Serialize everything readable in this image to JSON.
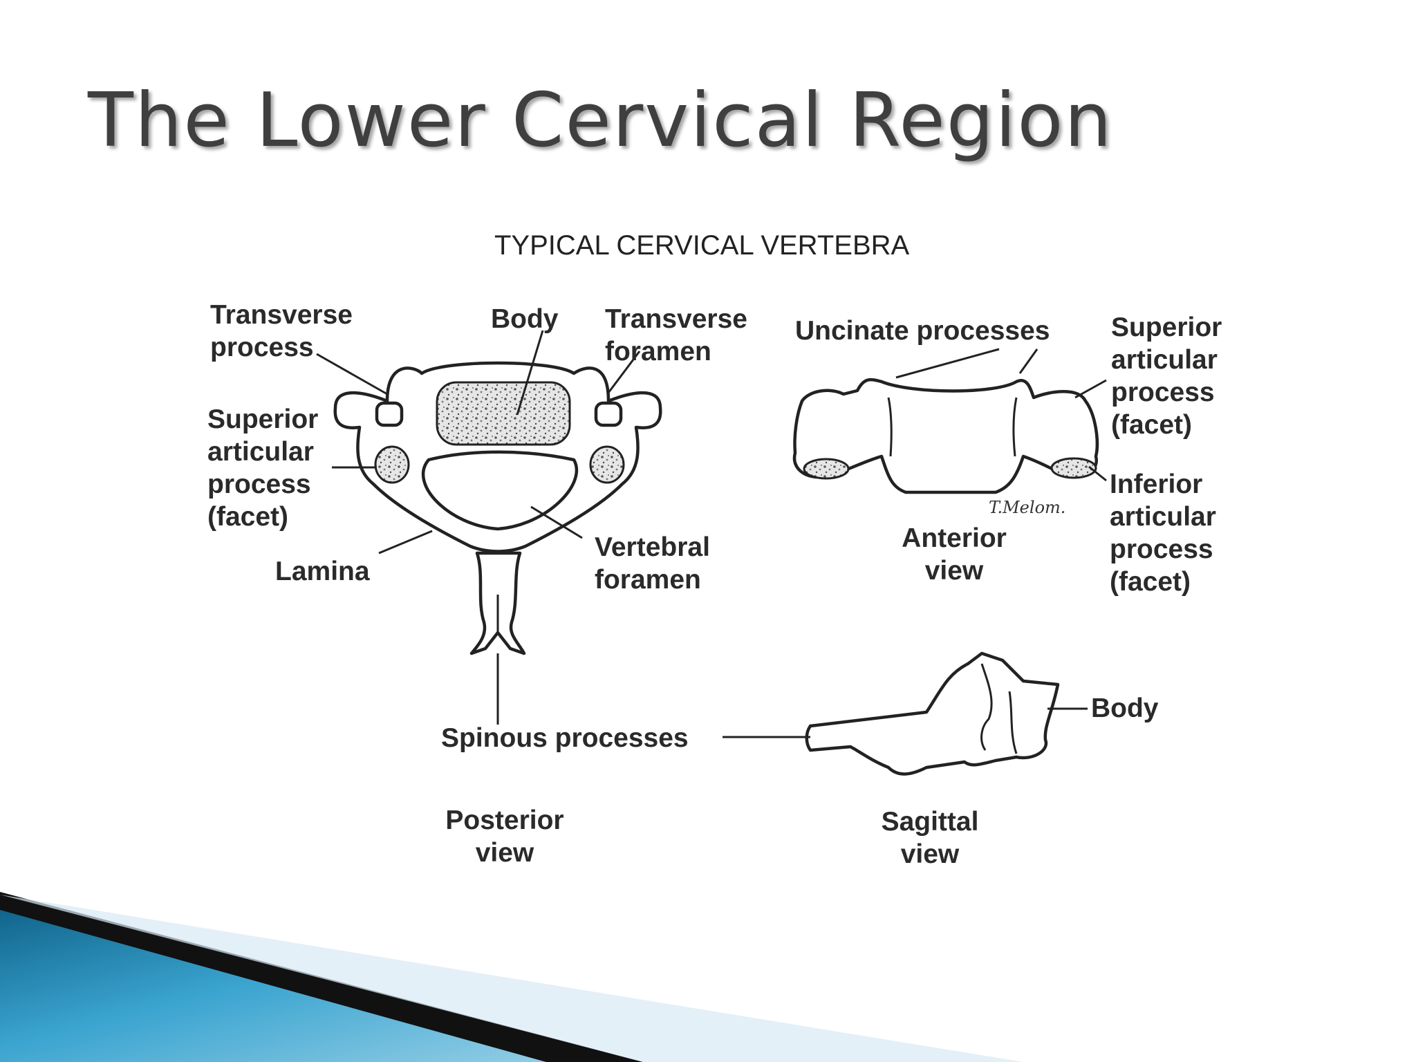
{
  "slide": {
    "title": "The Lower Cervical Region"
  },
  "figure": {
    "title": "TYPICAL CERVICAL VERTEBRA",
    "posterior": {
      "transverse_process": "Transverse\nprocess",
      "body": "Body",
      "transverse_foramen": "Transverse\nforamen",
      "superior_articular": "Superior\narticular\nprocess\n(facet)",
      "lamina": "Lamina",
      "vertebral_foramen": "Vertebral\nforamen",
      "view": "Posterior\nview"
    },
    "anterior": {
      "uncinate": "Uncinate processes",
      "superior_articular": "Superior\narticular\nprocess\n(facet)",
      "inferior_articular": "Inferior\narticular\nprocess\n(facet)",
      "signature": "T.Melom.",
      "view": "Anterior\nview"
    },
    "sagittal": {
      "spinous": "Spinous processes",
      "body": "Body",
      "view": "Sagittal\nview"
    }
  },
  "colors": {
    "title_text": "#3f3f3f",
    "accent_blue": "#1a7fae",
    "accent_light": "#cfe3ee"
  }
}
